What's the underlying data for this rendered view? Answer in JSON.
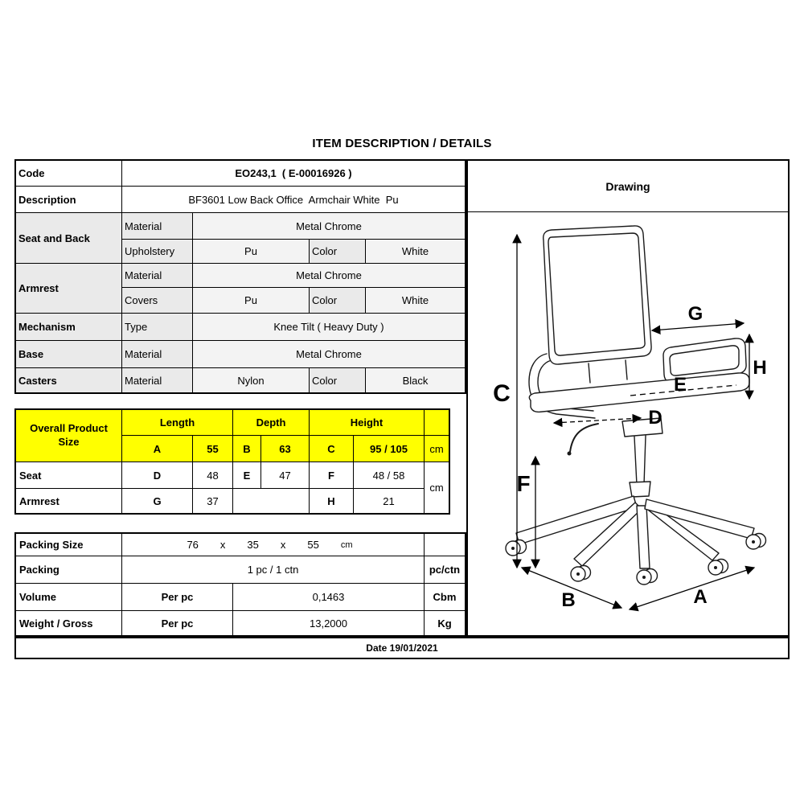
{
  "colors": {
    "highlight_yellow": "#ffff00",
    "border_black": "#000000"
  },
  "page": {
    "title": "ITEM DESCRIPTION / DETAILS",
    "date": "Date 19/01/2021"
  },
  "header": {
    "code_label": "Code",
    "code_value": "EO243,1  ( E-00016926 )",
    "description_label": "Description",
    "description_value": "BF3601 Low Back Office  Armchair White  Pu",
    "drawing_title": "Drawing"
  },
  "specs": [
    {
      "group": "Seat and Back",
      "material_label": "Material",
      "material_value": "Metal Chrome",
      "row2_label": "Upholstery",
      "row2_value": "Pu",
      "color_label": "Color",
      "color_value": "White"
    },
    {
      "group": "Armrest",
      "material_label": "Material",
      "material_value": "Metal Chrome",
      "row2_label": "Covers",
      "row2_value": "Pu",
      "color_label": "Color",
      "color_value": "White"
    },
    {
      "group": "Mechanism",
      "material_label": "Type",
      "material_value": "Knee Tilt ( Heavy Duty )"
    },
    {
      "group": "Base",
      "material_label": "Material",
      "material_value": "Metal Chrome"
    },
    {
      "group": "Casters",
      "material_label": "Material",
      "material_value": "Nylon",
      "color_label": "Color",
      "color_value": "Black"
    }
  ],
  "size_table": {
    "title": "Overall Product Size",
    "col_length": "Length",
    "col_depth": "Depth",
    "col_height": "Height",
    "overall": {
      "a": "A",
      "a_val": "55",
      "b": "B",
      "b_val": "63",
      "c": "C",
      "c_val": "95 / 105",
      "unit": "cm"
    },
    "seat": {
      "label": "Seat",
      "d": "D",
      "d_val": "48",
      "e": "E",
      "e_val": "47",
      "f": "F",
      "f_val": "48 / 58",
      "unit": "cm"
    },
    "armrest": {
      "label": "Armrest",
      "g": "G",
      "g_val": "37",
      "h": "H",
      "h_val": "21"
    }
  },
  "packing": {
    "size_label": "Packing Size",
    "size_v1": "76",
    "size_x1": "x",
    "size_v2": "35",
    "size_x2": "x",
    "size_v3": "55",
    "size_unit": "cm",
    "packing_label": "Packing",
    "packing_value": "1 pc / 1 ctn",
    "packing_unit": "pc/ctn",
    "volume_label": "Volume",
    "volume_per": "Per pc",
    "volume_value": "0,1463",
    "volume_unit": "Cbm",
    "weight_label": "Weight / Gross",
    "weight_per": "Per pc",
    "weight_value": "13,2000",
    "weight_unit": "Kg"
  },
  "drawing": {
    "labels": {
      "c": "C",
      "f": "F",
      "g": "G",
      "h": "H",
      "e": "E",
      "d": "D",
      "b": "B",
      "a": "A"
    }
  }
}
